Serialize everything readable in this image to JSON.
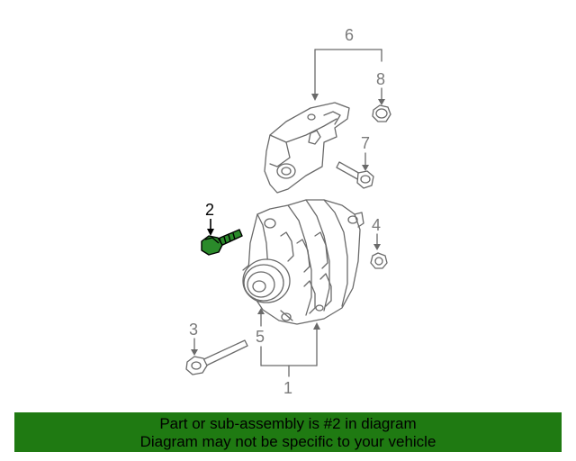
{
  "callouts": {
    "c1": "1",
    "c2": "2",
    "c3": "3",
    "c4": "4",
    "c5": "5",
    "c6": "6",
    "c7": "7",
    "c8": "8"
  },
  "banner": {
    "line1": "Part or sub-assembly is #2 in diagram",
    "line2": "Diagram may not be specific to your vehicle"
  },
  "colors": {
    "banner_bg": "#1f7a12",
    "highlight_part": "#2a8a2a",
    "line_art": "#6a6a6a"
  }
}
